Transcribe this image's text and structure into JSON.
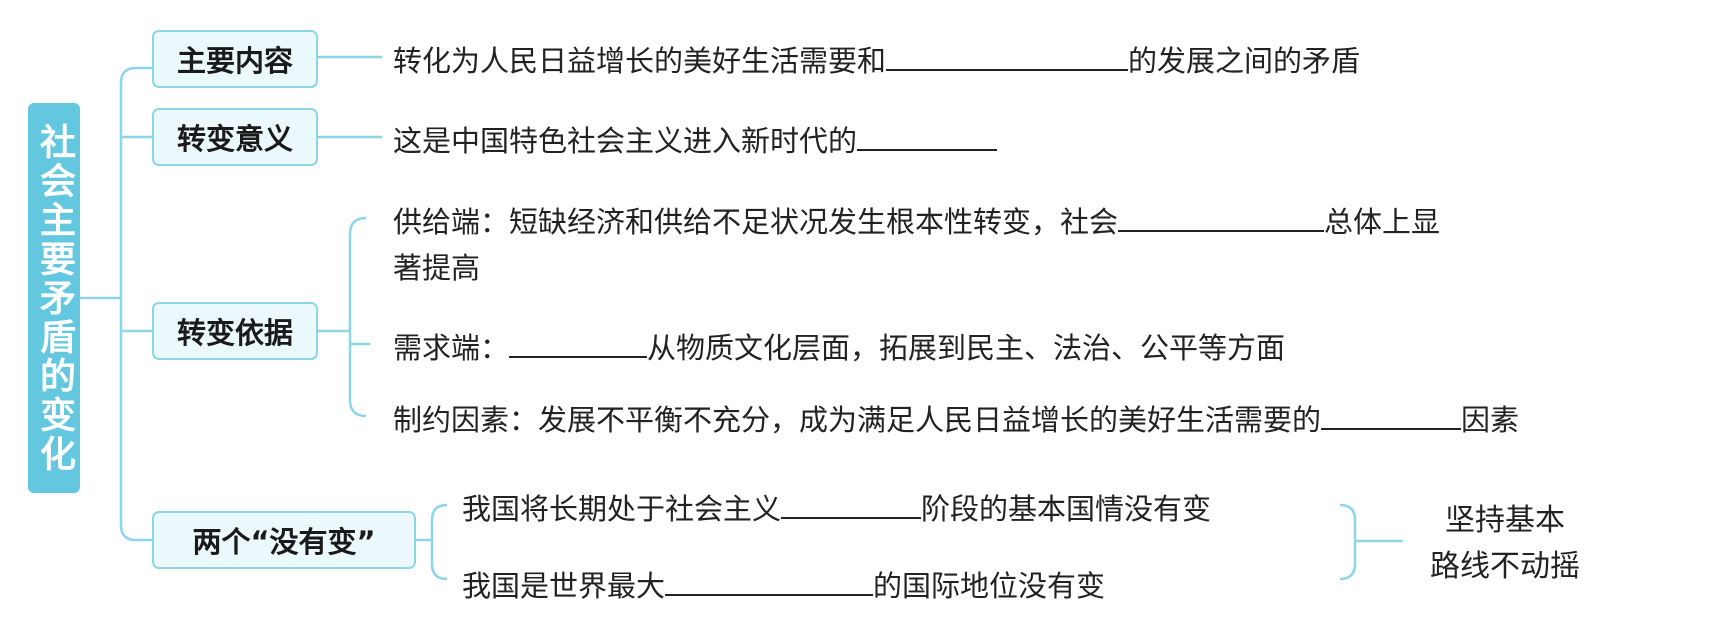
{
  "root": {
    "title": "社会主要矛盾的变化"
  },
  "branches": [
    {
      "label": "主要内容",
      "items": [
        {
          "before": "转化为人民日益增长的美好生活需要和",
          "after": "的发展之间的矛盾"
        }
      ]
    },
    {
      "label": "转变意义",
      "items": [
        {
          "before": "这是中国特色社会主义进入新时代的",
          "after": ""
        }
      ]
    },
    {
      "label": "转变依据",
      "items": [
        {
          "before": "供给端：短缺经济和供给不足状况发生根本性转变，社会",
          "after": "总体上显",
          "line2": "著提高"
        },
        {
          "before": "需求端：",
          "after": "从物质文化层面，拓展到民主、法治、公平等方面"
        },
        {
          "before": "制约因素：发展不平衡不充分，成为满足人民日益增长的美好生活需要的",
          "after": "因素"
        }
      ]
    },
    {
      "label": "两个“没有变”",
      "items": [
        {
          "before": "我国将长期处于社会主义",
          "after": "阶段的基本国情没有变"
        },
        {
          "before": "我国是世界最大",
          "after": "的国际地位没有变"
        }
      ]
    }
  ],
  "conclusion": {
    "line1": "坚持基本",
    "line2": "路线不动摇"
  },
  "colors": {
    "root_fill": "#63c7df",
    "node_fill": "#ebf8fc",
    "node_border": "#8fd5e8",
    "connector": "#8fd5e8"
  }
}
